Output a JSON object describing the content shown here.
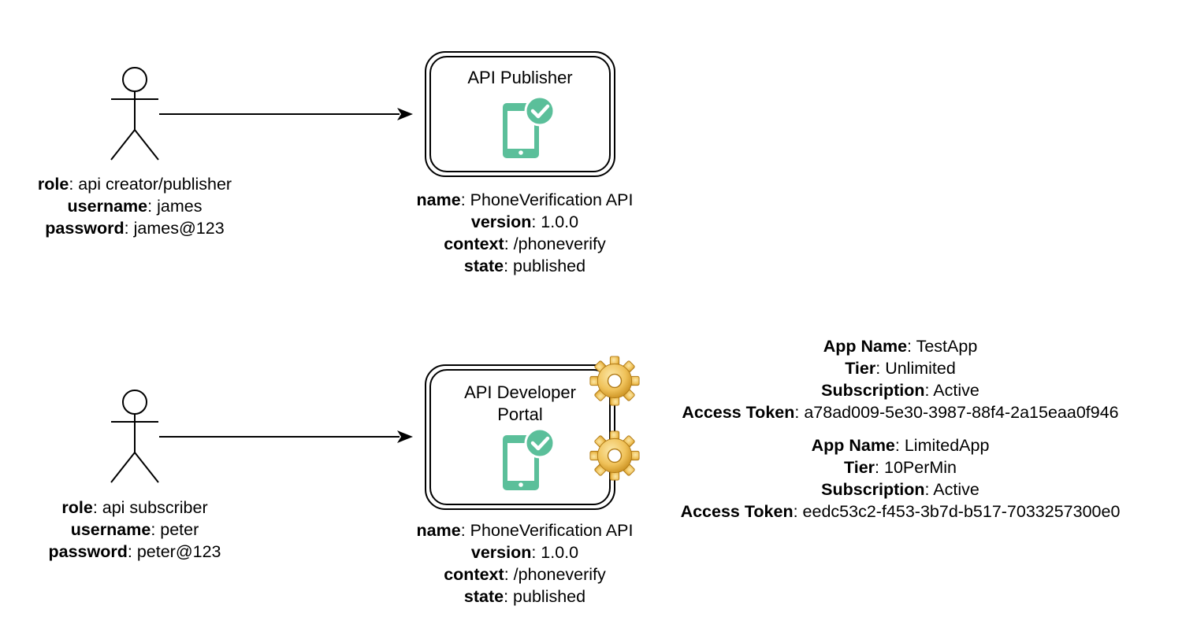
{
  "actors": [
    {
      "role_key": "role",
      "role": "api creator/publisher",
      "username_key": "username",
      "username": "james",
      "password_key": "password",
      "password": "james@123"
    },
    {
      "role_key": "role",
      "role": "api subscriber",
      "username_key": "username",
      "username": "peter",
      "password_key": "password",
      "password": "peter@123"
    }
  ],
  "nodes": [
    {
      "title_lines": [
        "API Publisher"
      ],
      "icon": "phone-check-icon",
      "api": {
        "name_key": "name",
        "name": "PhoneVerification API",
        "version_key": "version",
        "version": "1.0.0",
        "context_key": "context",
        "context": "/phoneverify",
        "state_key": "state",
        "state": "published"
      }
    },
    {
      "title_lines": [
        "API Developer",
        "Portal"
      ],
      "icon": "phone-check-icon",
      "api": {
        "name_key": "name",
        "name": "PhoneVerification API",
        "version_key": "version",
        "version": "1.0.0",
        "context_key": "context",
        "context": "/phoneverify",
        "state_key": "state",
        "state": "published"
      }
    }
  ],
  "apps": [
    {
      "icon": "gear-icon",
      "name_key": "App Name",
      "name": "TestApp",
      "tier_key": "Tier",
      "tier": "Unlimited",
      "subscription_key": "Subscription",
      "subscription": "Active",
      "token_key": "Access Token",
      "token": "a78ad009-5e30-3987-88f4-2a15eaa0f946"
    },
    {
      "icon": "gear-icon",
      "name_key": "App Name",
      "name": "LimitedApp",
      "tier_key": "Tier",
      "tier": "10PerMin",
      "subscription_key": "Subscription",
      "subscription": "Active",
      "token_key": "Access Token",
      "token": "eedc53c2-f453-3b7d-b517-7033257300e0"
    }
  ],
  "colors": {
    "phone": "#5bbf9a",
    "gear_light": "#f3d27a",
    "gear_dark": "#c98f1e",
    "stroke": "#000000"
  }
}
